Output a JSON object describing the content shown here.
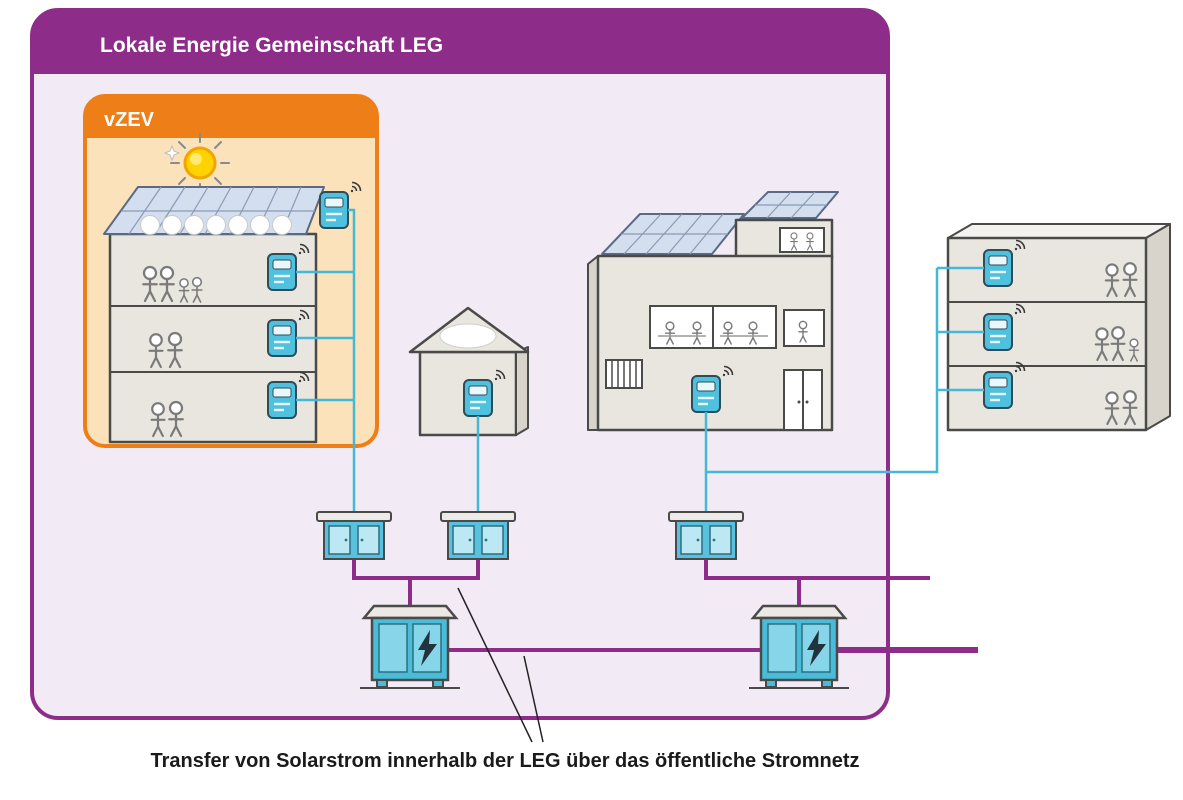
{
  "header": {
    "title": "Lokale Energie Gemeinschaft LEG"
  },
  "vzev": {
    "label": "vZEV"
  },
  "caption": {
    "text": "Transfer von Solarstrom innerhalb der LEG über das öffentliche Stromnetz"
  },
  "colors": {
    "leg_border": "#8e2d89",
    "leg_fill": "#f2eaf5",
    "vzev_border": "#ee7e17",
    "vzev_fill": "#fbe2ba",
    "meter_cable": "#45b8d8",
    "grid_cable": "#8e2d89",
    "smart_meter": "#4fc0dd",
    "cabinet": "#58c1dd",
    "transformer": "#49bcd9",
    "building": "#e9e6e0",
    "solar_panel": "#d3deee",
    "sun": "#ffd200",
    "caption_text": "#1a1a1a"
  },
  "icons": {
    "sun-icon": "☀",
    "lightning-icon": "⚡",
    "wifi-signal-icon": "📶",
    "person-icon": "👤",
    "solar-panel-icon": "▦"
  }
}
